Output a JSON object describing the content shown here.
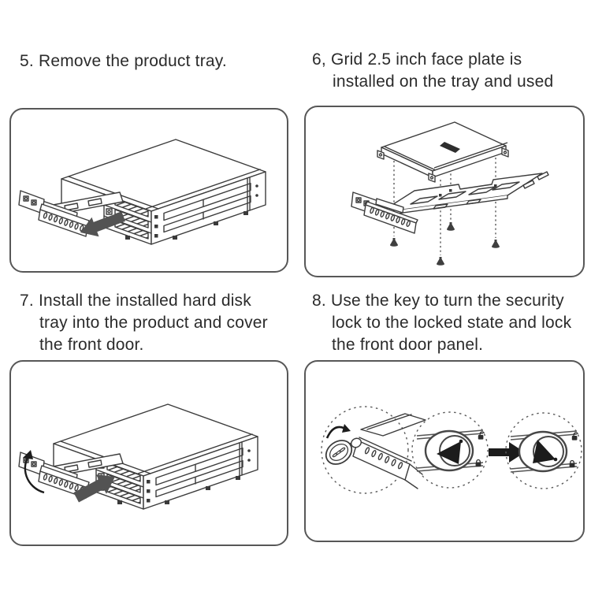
{
  "steps": [
    {
      "name": "step-5",
      "lines": [
        "5. Remove the product tray."
      ]
    },
    {
      "name": "step-6",
      "lines": [
        "6, Grid 2.5 inch face plate is",
        "installed on the tray and used"
      ]
    },
    {
      "name": "step-7",
      "lines": [
        "7. Install the installed hard disk",
        "tray into the product and cover",
        "the front door."
      ]
    },
    {
      "name": "step-8",
      "lines": [
        "8. Use the key to turn the security",
        "lock to the locked state and lock",
        "the front door panel."
      ]
    }
  ],
  "icons": {
    "remove_arrow": "arrow-out-lower-left",
    "insert_arrow": "arrow-in-upper-right",
    "door_rotate_arrow": "curved-arrow-up",
    "key": "key-in-lock",
    "turn_key_arrow": "curved-arrow-right",
    "unlocked_state": "padlock-open",
    "locked_state": "padlock-closed",
    "transition_arrow": "arrow-right",
    "screw": "mounting-screw"
  },
  "colors": {
    "background": "#ffffff",
    "line_art": "#3c3c3c",
    "panel_border": "#575757",
    "text": "#2b2b2b",
    "gray_arrow": "#535353",
    "black_arrow": "#1c1c1c"
  }
}
